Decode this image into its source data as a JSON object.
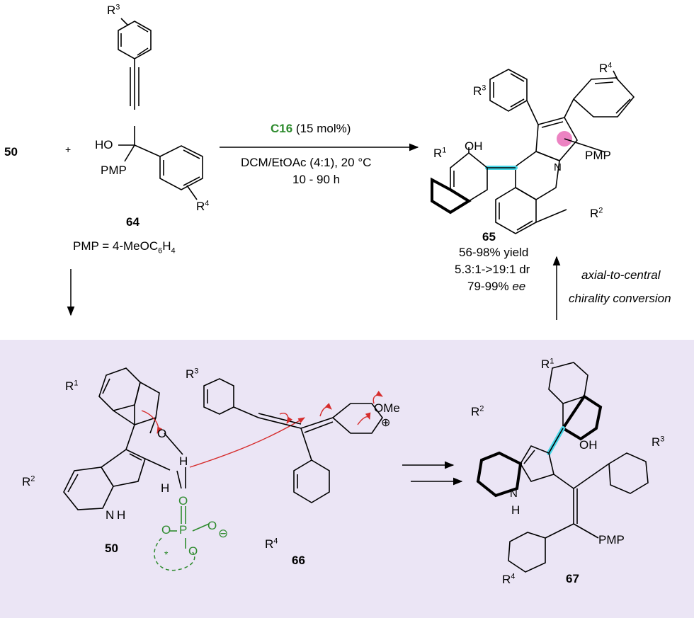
{
  "colors": {
    "panel": "#ebe5f5",
    "catalyst": "#2e8b2e",
    "arrow_red": "#d62c2c",
    "axis_highlight": "#46d7e8",
    "stereocenter": "#e0309a"
  },
  "reactant_50": {
    "label": "50"
  },
  "plus": "+",
  "reactant_64": {
    "label": "64",
    "oh": "HO",
    "pmp": "PMP",
    "r3": "R",
    "r3_sup": "3",
    "r4": "R",
    "r4_sup": "4",
    "pmp_def_prefix": "PMP = 4-MeOC",
    "pmp_def_sub1": "6",
    "pmp_def_mid": "H",
    "pmp_def_sub2": "4"
  },
  "conditions": {
    "catalyst": "C16",
    "loading": "(15 mol%)",
    "solvent": "DCM/EtOAc (4:1), 20 °C",
    "time": "10 - 90 h"
  },
  "product_65": {
    "label": "65",
    "yield": "56-98% yield",
    "dr": "5.3:1->19:1 dr",
    "ee_value": "79-99% ",
    "ee_unit": "ee",
    "oh": "OH",
    "n": "N",
    "pmp": "PMP",
    "r1": "R",
    "r1_sup": "1",
    "r2": "R",
    "r2_sup": "2",
    "r3": "R",
    "r3_sup": "3",
    "r4": "R",
    "r4_sup": "4"
  },
  "chirality_note": {
    "line1": "axial-to-central",
    "line2": "chirality conversion"
  },
  "mechanism": {
    "int_50": {
      "label": "50",
      "r1": "R",
      "r1_sup": "1",
      "r2": "R",
      "r2_sup": "2",
      "o": "O",
      "h": "H",
      "nh": "N",
      "nh_h": "H",
      "h2": "H",
      "p": "P",
      "o1": "O",
      "o2": "O",
      "o3": "O",
      "o4": "O",
      "star": "*",
      "minus": "⊖"
    },
    "int_66": {
      "label": "66",
      "r3": "R",
      "r3_sup": "3",
      "r4": "R",
      "r4_sup": "4",
      "ome": "OMe",
      "plus": "⊕"
    },
    "int_67": {
      "label": "67",
      "r1": "R",
      "r1_sup": "1",
      "r2": "R",
      "r2_sup": "2",
      "r3": "R",
      "r3_sup": "3",
      "r4": "R",
      "r4_sup": "4",
      "oh": "OH",
      "n": "N",
      "nh_h": "H",
      "pmp": "PMP"
    }
  }
}
